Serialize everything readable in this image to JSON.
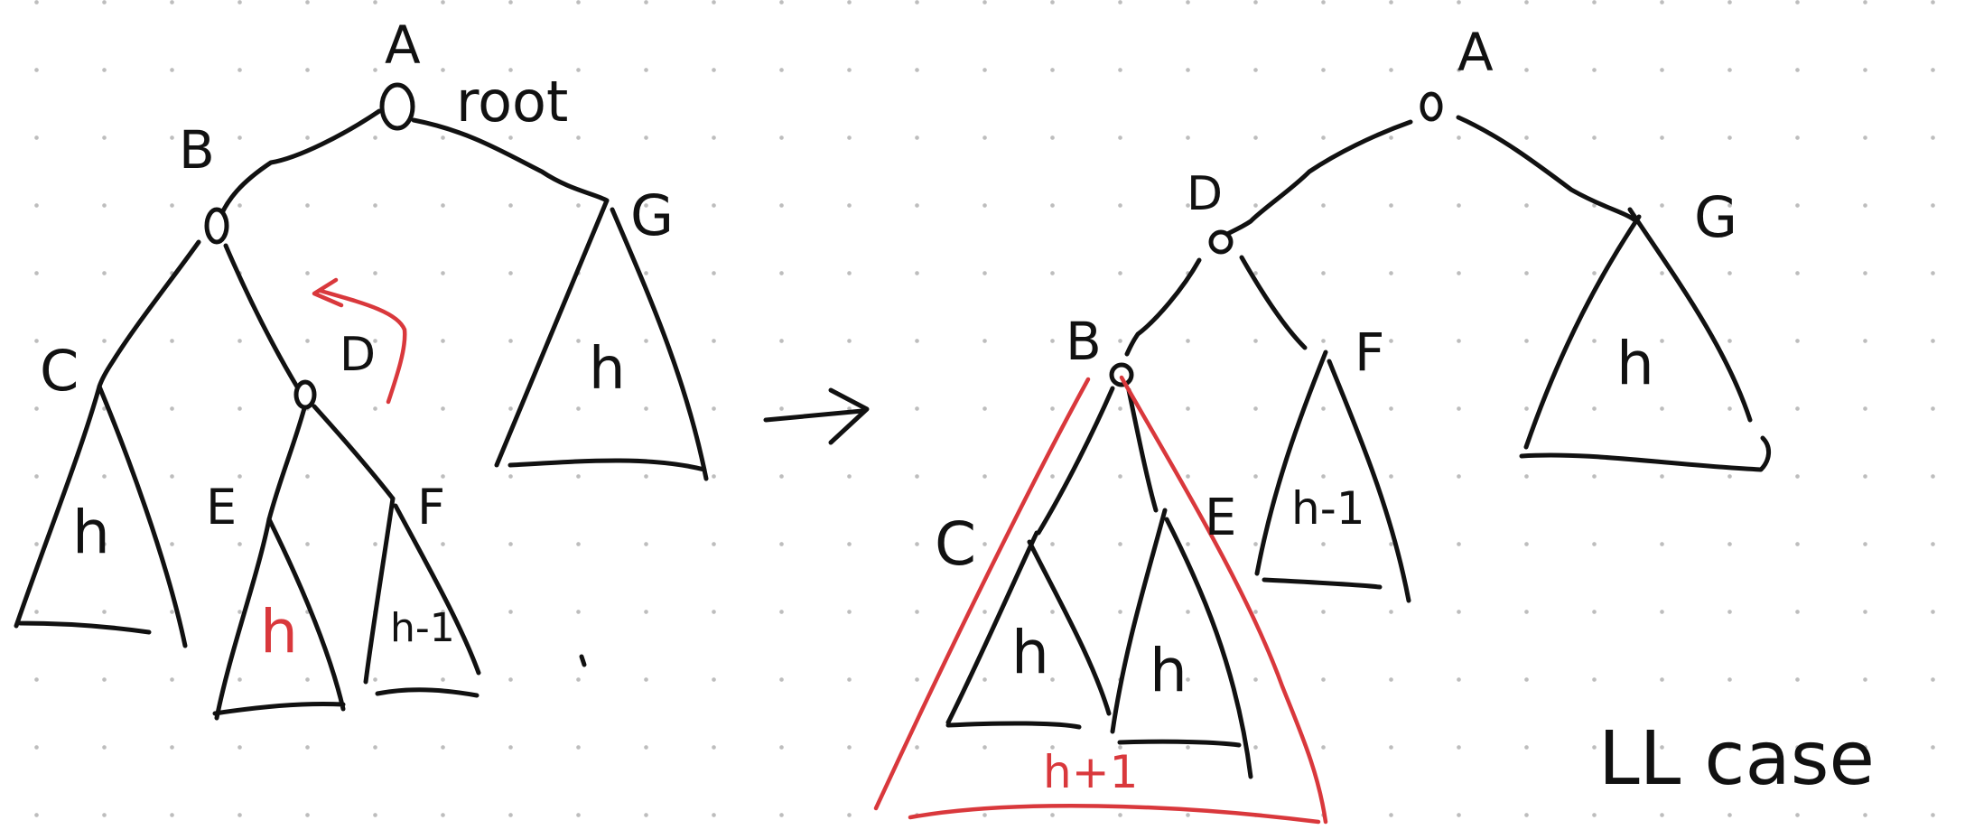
{
  "colors": {
    "ink": "#111111",
    "accent": "#d9383c",
    "dots": "#bdbdbd",
    "background": "#ffffff"
  },
  "before": {
    "node_a": "A",
    "root_label": "root",
    "node_b": "B",
    "node_g": "G",
    "node_c": "C",
    "node_d": "D",
    "node_e": "E",
    "node_f": "F",
    "subtree_g": "h",
    "subtree_c": "h",
    "subtree_e": "h",
    "subtree_f": "h-1"
  },
  "after": {
    "node_a": "A",
    "node_d": "D",
    "node_g": "G",
    "node_b": "B",
    "node_f": "F",
    "node_c": "C",
    "node_e": "E",
    "subtree_g": "h",
    "subtree_f": "h-1",
    "subtree_c": "h",
    "subtree_e": "h",
    "combined_height": "h+1"
  },
  "case_label": "LL case"
}
